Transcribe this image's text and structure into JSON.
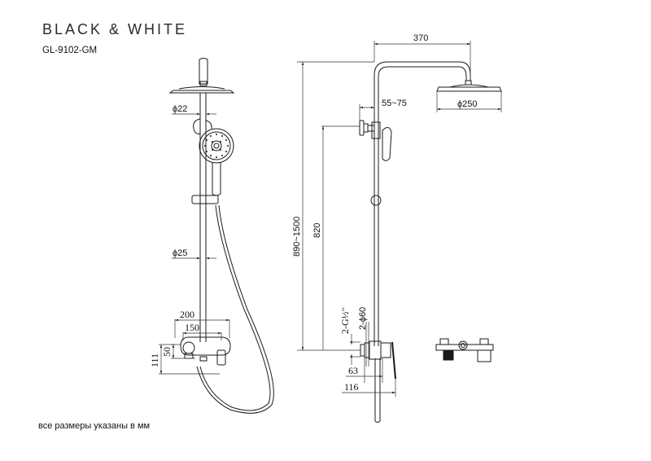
{
  "header": {
    "brand": "BLACK & WHITE",
    "model": "GL-9102-GM"
  },
  "footer": {
    "note": "все размеры указаны в мм"
  },
  "front_view": {
    "dimensions": {
      "riser_top_diameter": "ϕ22",
      "riser_bottom_diameter": "ϕ25",
      "mixer_width_outer": "200",
      "mixer_width_inner": "150",
      "mixer_height_outer": "111",
      "mixer_height_inner": "50"
    }
  },
  "side_view": {
    "dimensions": {
      "arm_reach": "370",
      "head_diameter": "ϕ250",
      "bracket_offset": "55~75",
      "total_height": "890~1500",
      "bracket_height": "820",
      "inlet_thread": "2-G½\"",
      "flange_diameter": "2-ϕ60",
      "mixer_depth_inner": "63",
      "mixer_depth_outer": "116"
    }
  },
  "colors": {
    "line": "#1a1a1a",
    "dim_line": "#333333",
    "background": "#ffffff"
  }
}
